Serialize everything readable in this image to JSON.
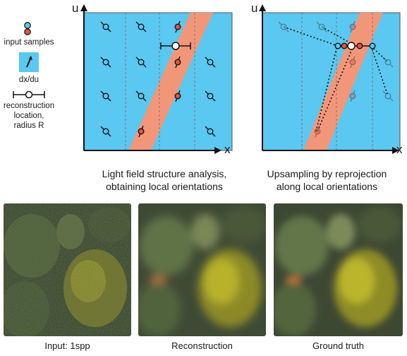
{
  "legend": {
    "input_samples": "input samples",
    "dxdu": "dx/du",
    "reconstruction_location": [
      "reconstruction",
      "location,",
      "radius R"
    ]
  },
  "diagrams": [
    {
      "x_axis": "x",
      "u_axis": "u",
      "caption": [
        "Light field structure analysis,",
        "obtaining local orientations"
      ]
    },
    {
      "x_axis": "x",
      "u_axis": "u",
      "caption": [
        "Upsampling by reprojection",
        "along local orientations"
      ]
    }
  ],
  "photos": [
    {
      "caption": "Input: 1spp"
    },
    {
      "caption": "Reconstruction"
    },
    {
      "caption": "Ground truth"
    }
  ],
  "colors": {
    "background_region": "#5ac8f0",
    "foreground_band": "#f2967a",
    "blue_sample": "#3a6f86",
    "red_sample": "#c43a2c"
  }
}
